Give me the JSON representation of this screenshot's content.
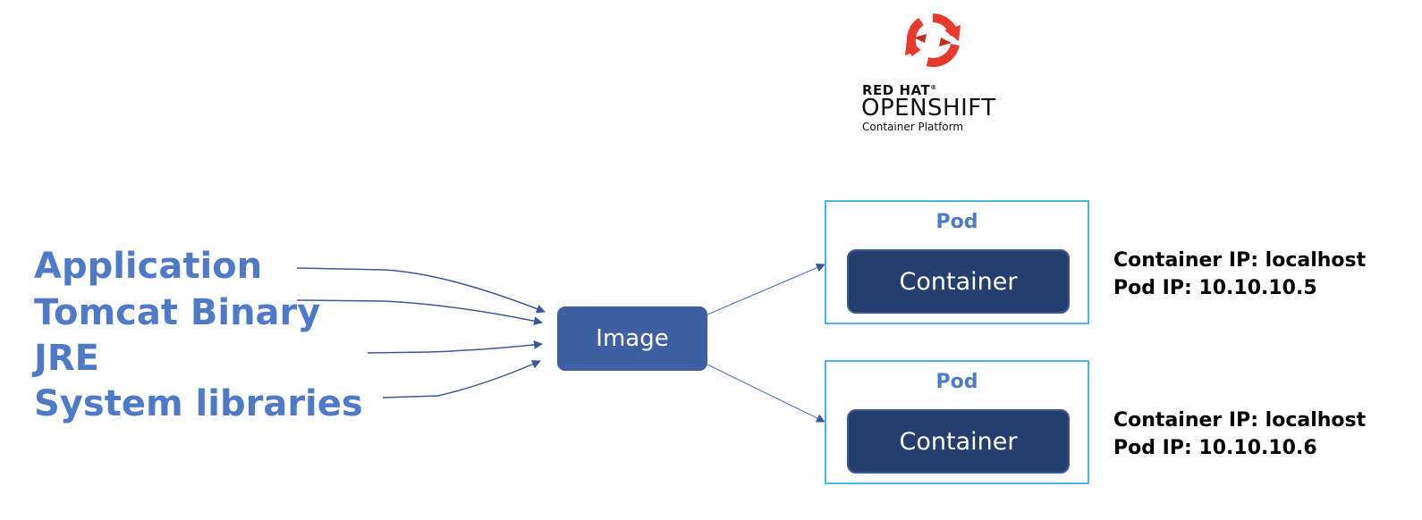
{
  "logo": {
    "line1": "RED HAT",
    "line1_mark": "®",
    "line2": "OPENSHIFT",
    "line3": "Container Platform",
    "icon": "openshift-logo-icon",
    "color": "#e63a2e"
  },
  "components": {
    "items": [
      "Application",
      "Tomcat Binary",
      "JRE",
      "System libraries"
    ],
    "color": "#4f7ac7"
  },
  "image": {
    "label": "Image",
    "color": "#3e5fa1"
  },
  "pods": [
    {
      "title": "Pod",
      "container_label": "Container",
      "container_ip": "Container IP: localhost",
      "pod_ip": "Pod IP: 10.10.10.5"
    },
    {
      "title": "Pod",
      "container_label": "Container",
      "container_ip": "Container IP: localhost",
      "pod_ip": "Pod IP: 10.10.10.6"
    }
  ],
  "colors": {
    "pod_border": "#4bb5e0",
    "container_fill": "#243f6e",
    "arrow": "#3b5998"
  }
}
